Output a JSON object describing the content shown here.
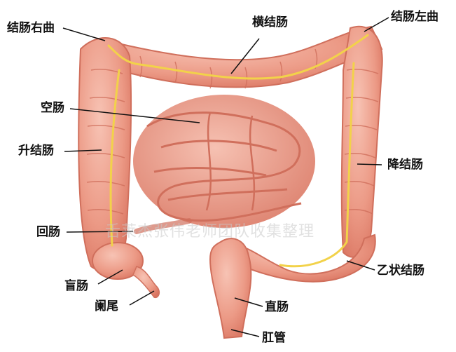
{
  "labels": {
    "hepatic_flexure": "结肠右曲",
    "transverse_colon": "横结肠",
    "splenic_flexure": "结肠左曲",
    "small_intestine": "空肠",
    "ascending_colon": "升结肠",
    "descending_colon": "降结肠",
    "ileum": "回肠",
    "sigmoid_colon": "乙状结肠",
    "cecum": "盲肠",
    "appendix": "阑尾",
    "rectum": "直肠",
    "anal_canal": "肛管"
  },
  "watermark": "舌莱杰张伟老师团队收集整理",
  "colors": {
    "colon": "#ec9a86",
    "colon_dark": "#d9735f",
    "small_intestine": "#e9a08f",
    "vessel": "#f2d24a",
    "leader": "#111111"
  }
}
